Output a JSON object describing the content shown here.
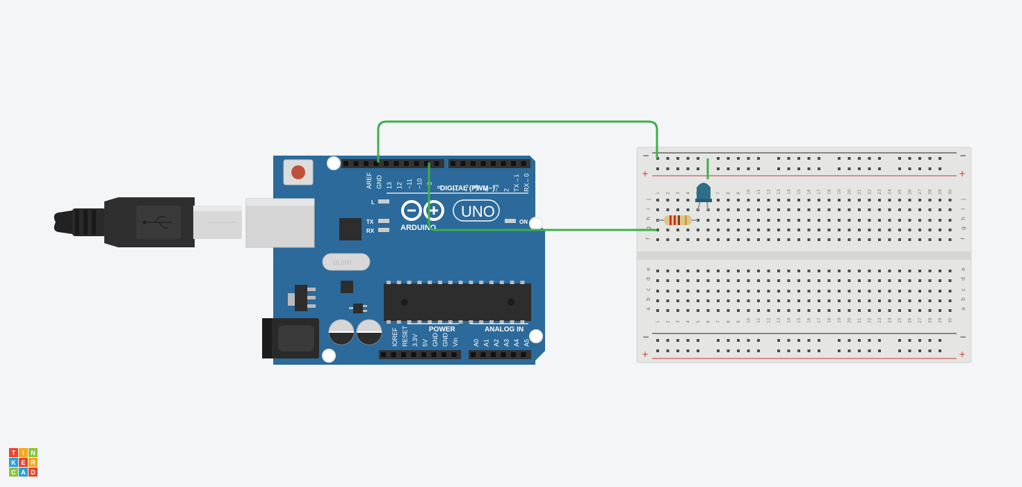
{
  "app": {
    "logo_letters": [
      "T",
      "I",
      "N",
      "K",
      "E",
      "R",
      "C",
      "A",
      "D"
    ],
    "logo_colors": [
      "#e8452c",
      "#f7a71b",
      "#8fc43e",
      "#2c9fd9",
      "#e8452c",
      "#f7a71b",
      "#8fc43e",
      "#2c9fd9",
      "#e8452c"
    ]
  },
  "arduino": {
    "brand": "ARDUINO",
    "model": "UNO",
    "digital_label": "DIGITAL (PWM~)",
    "power_label": "POWER",
    "analog_label": "ANALOG IN",
    "on_label": "ON",
    "led_l_label": "L",
    "tx_label": "TX",
    "rx_label": "RX",
    "crystal_text": "16.000",
    "header_left_pins": [
      "AREF",
      "GND",
      "13",
      "12",
      "~11",
      "~10",
      "~9",
      "8"
    ],
    "header_right_pins": [
      "7",
      "~6",
      "~5",
      "4",
      "~3",
      "2",
      "TX→1",
      "RX←0"
    ],
    "power_pins": [
      "IOREF",
      "RESET",
      "3.3V",
      "5V",
      "GND",
      "GND",
      "Vin"
    ],
    "analog_pins": [
      "A0",
      "A1",
      "A2",
      "A3",
      "A4",
      "A5"
    ]
  },
  "breadboard": {
    "rail_minus": "−",
    "rail_plus": "+",
    "top_letters": [
      "j",
      "i",
      "h",
      "g",
      "f"
    ],
    "bottom_letters": [
      "e",
      "d",
      "c",
      "b",
      "a"
    ],
    "columns": [
      "1",
      "2",
      "3",
      "4",
      "5",
      "6",
      "7",
      "8",
      "9",
      "10",
      "11",
      "12",
      "13",
      "14",
      "15",
      "16",
      "17",
      "18",
      "19",
      "20",
      "21",
      "22",
      "23",
      "24",
      "25",
      "26",
      "27",
      "28",
      "29",
      "30"
    ]
  },
  "colors": {
    "board": "#2b6a9a",
    "wire": "#3fae49",
    "breadboard": "#e5e5e3",
    "led": "#2e6f88",
    "background": "#f4f5f7"
  }
}
